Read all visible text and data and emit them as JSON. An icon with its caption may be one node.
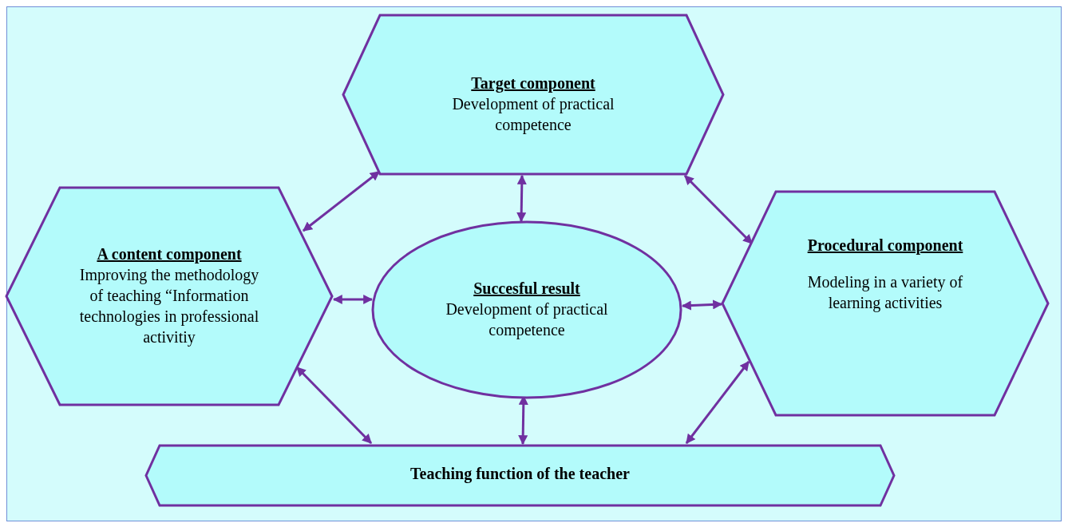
{
  "diagram": {
    "nodes": [
      {
        "text": [
          "Target component",
          "Development of practical competence"
        ]
      },
      {
        "text": [
          "A content component",
          "Improving the methodology of teaching “Information technologies in professional activitiy"
        ]
      },
      {
        "text": [
          "Succesful result",
          "Development of practical competence"
        ]
      },
      {
        "text": [
          "Procedural component",
          "Modeling in a variety of learning activities"
        ]
      },
      {
        "text": [
          "Teaching function of the teacher"
        ]
      }
    ],
    "edges": [
      {
        "from": 0,
        "to": 1,
        "arrow": "both"
      },
      {
        "from": 0,
        "to": 2,
        "arrow": "both"
      },
      {
        "from": 0,
        "to": 3,
        "arrow": "both"
      },
      {
        "from": 1,
        "to": 2,
        "arrow": "both"
      },
      {
        "from": 2,
        "to": 3,
        "arrow": "both"
      },
      {
        "from": 1,
        "to": 4,
        "arrow": "both"
      },
      {
        "from": 2,
        "to": 4,
        "arrow": "both"
      },
      {
        "from": 3,
        "to": 4,
        "arrow": "both"
      }
    ]
  }
}
